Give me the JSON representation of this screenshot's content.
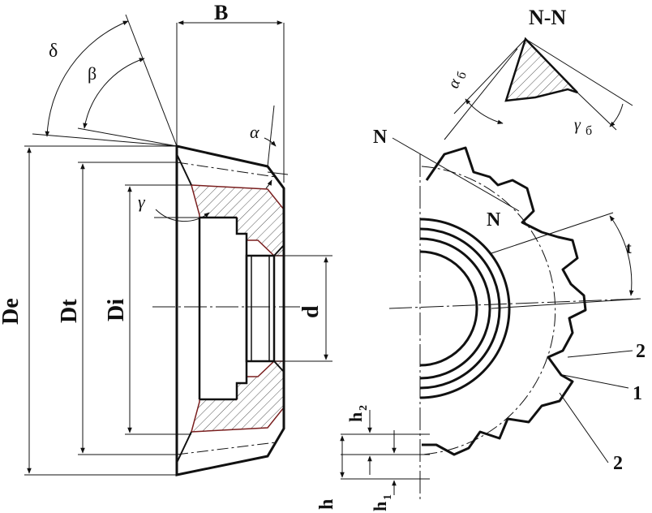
{
  "labels": {
    "B": "B",
    "De": "De",
    "Dt": "Dt",
    "Di": "Di",
    "d": "d",
    "delta": "δ",
    "beta": "β",
    "alpha": "α",
    "gamma": "γ",
    "N_upper": "N",
    "N_lower": "N",
    "section_title": "N-N",
    "alpha_b": "α",
    "alpha_b_sub": "б",
    "gamma_b": "γ",
    "gamma_b_sub": "б",
    "t": "t",
    "leader_2_top": "2",
    "leader_1": "1",
    "leader_2_bottom": "2",
    "h": "h",
    "h1": "h",
    "h1_sub": "1",
    "h2": "h",
    "h2_sub": "2"
  },
  "colors": {
    "line": "#111111",
    "hatch": "#555555",
    "accent_outline": "#7a1f1f"
  }
}
